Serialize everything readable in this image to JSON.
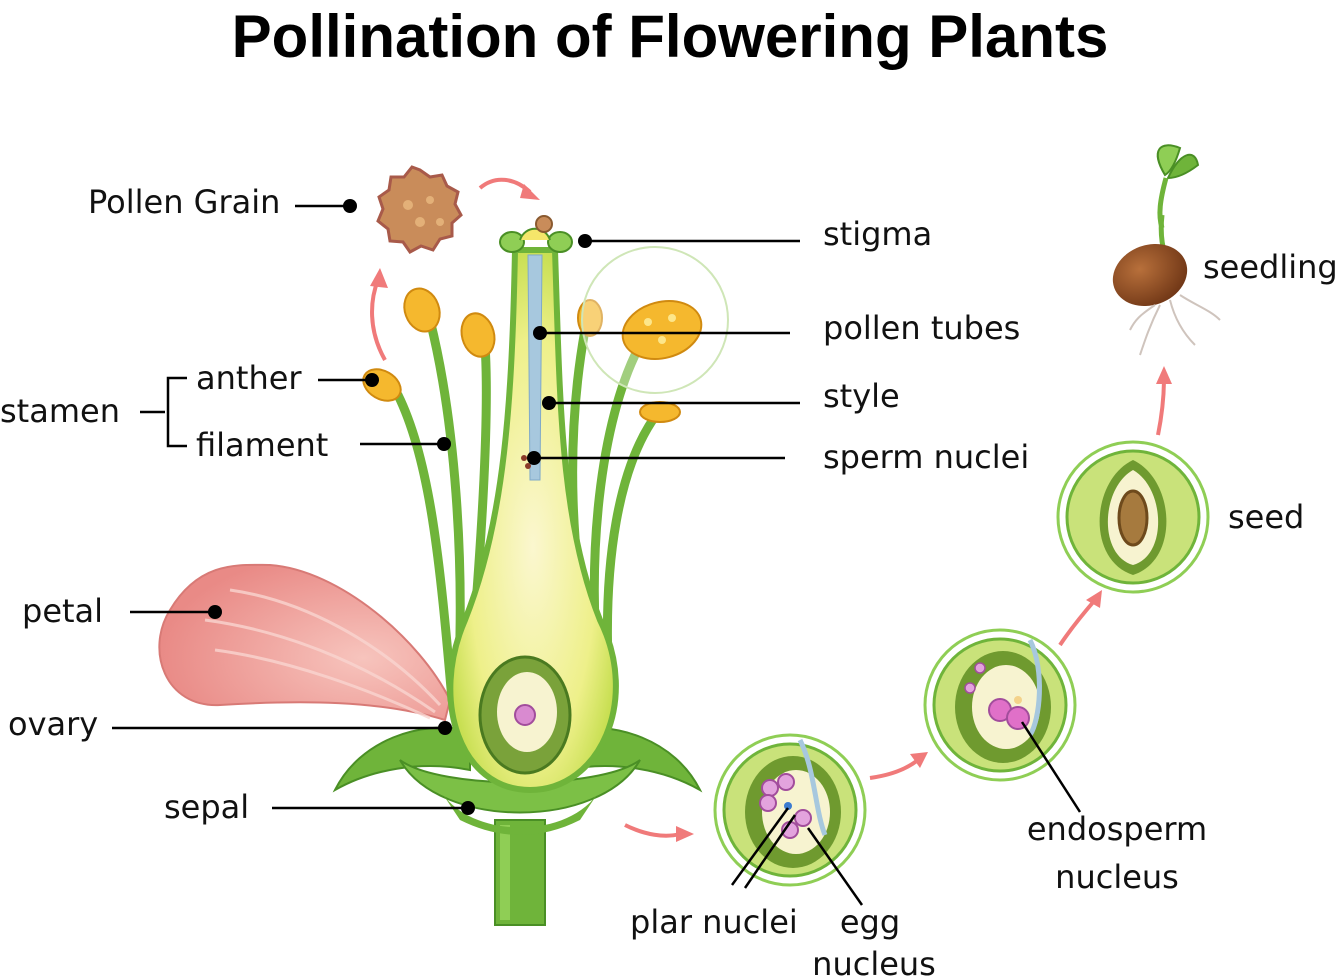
{
  "title": "Pollination of Flowering Plants",
  "labels": {
    "pollen_grain": "Pollen Grain",
    "stigma": "stigma",
    "pollen_tubes": "pollen tubes",
    "style": "style",
    "sperm_nuclei": "sperm nuclei",
    "stamen": "stamen",
    "anther": "anther",
    "filament": "filament",
    "petal": "petal",
    "ovary": "ovary",
    "sepal": "sepal",
    "seedling": "seedling",
    "seed": "seed",
    "endosperm_nucleus_line1": "endosperm",
    "endosperm_nucleus_line2": "nucleus",
    "plar_nuclei": "plar nuclei",
    "egg_nucleus_line1": "egg",
    "egg_nucleus_line2": "nucleus"
  },
  "colors": {
    "petal": "#f4b3ad",
    "stem_green": "#6fb43a",
    "light_green": "#c9e27a",
    "anther": "#f5b82e",
    "pollen": "#c98c5a",
    "arrow": "#f07a7a",
    "seed_brown": "#8a4a22"
  }
}
